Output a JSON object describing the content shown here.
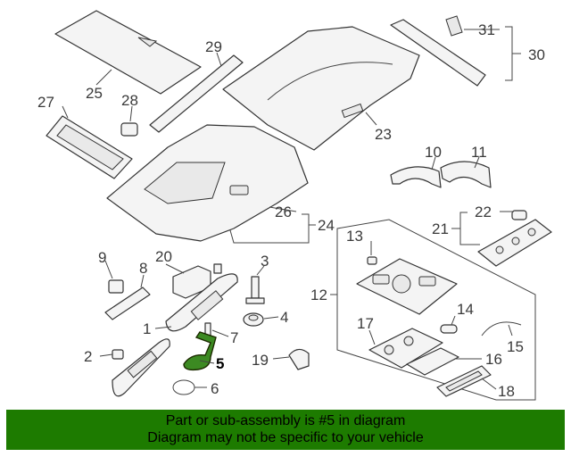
{
  "callouts": {
    "c1": "1",
    "c2": "2",
    "c3": "3",
    "c4": "4",
    "c5": "5",
    "c6": "6",
    "c7": "7",
    "c8": "8",
    "c9": "9",
    "c10": "10",
    "c11": "11",
    "c12": "12",
    "c13": "13",
    "c14": "14",
    "c15": "15",
    "c16": "16",
    "c17": "17",
    "c18": "18",
    "c19": "19",
    "c20": "20",
    "c21": "21",
    "c22": "22",
    "c23": "23",
    "c24": "24",
    "c25": "25",
    "c26": "26",
    "c27": "27",
    "c28": "28",
    "c29": "29",
    "c30": "30",
    "c31": "31"
  },
  "highlighted_part": "5",
  "colors": {
    "banner": "#1d7b00",
    "highlight": "#3c8a22"
  },
  "banner": {
    "line1": "Part or sub-assembly is #5 in diagram",
    "line2": "Diagram may not be specific to your vehicle"
  }
}
